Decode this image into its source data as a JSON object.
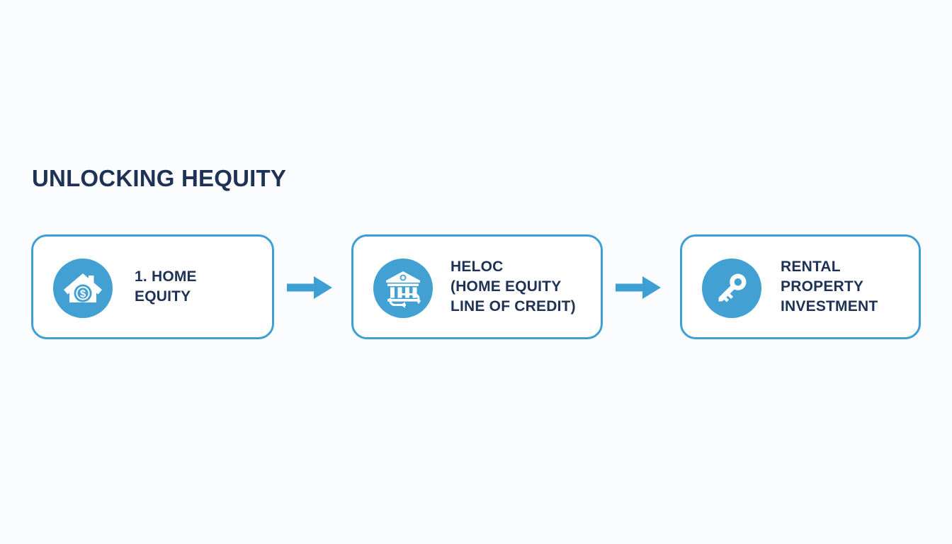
{
  "page": {
    "title": "UNLOCKING HEQUITY",
    "background_color": "#fbfcfd"
  },
  "theme": {
    "accent_blue": "#42a1d2",
    "border_blue": "#3d9fd3",
    "text_navy": "#1d3254",
    "card_fill": "#ffffff"
  },
  "diagram": {
    "type": "horizontal-flow",
    "steps": [
      {
        "label": "1. HOME\nEQUITY",
        "icon": "house-dollar-icon"
      },
      {
        "label": "HELOC\n(HOME EQUITY\nLINE OF CREDIT)",
        "icon": "bank-exchange-icon"
      },
      {
        "label": "RENTAL\nPROPERTY\nINVESTMENT",
        "icon": "key-icon"
      }
    ],
    "connectors": [
      {
        "name": "arrow-right",
        "from": "1. HOME EQUITY",
        "to": "HELOC (HOME EQUITY LINE OF CREDIT)"
      },
      {
        "name": "arrow-right",
        "from": "HELOC (HOME EQUITY LINE OF CREDIT)",
        "to": "RENTAL PROPERTY INVESTMENT"
      }
    ]
  }
}
